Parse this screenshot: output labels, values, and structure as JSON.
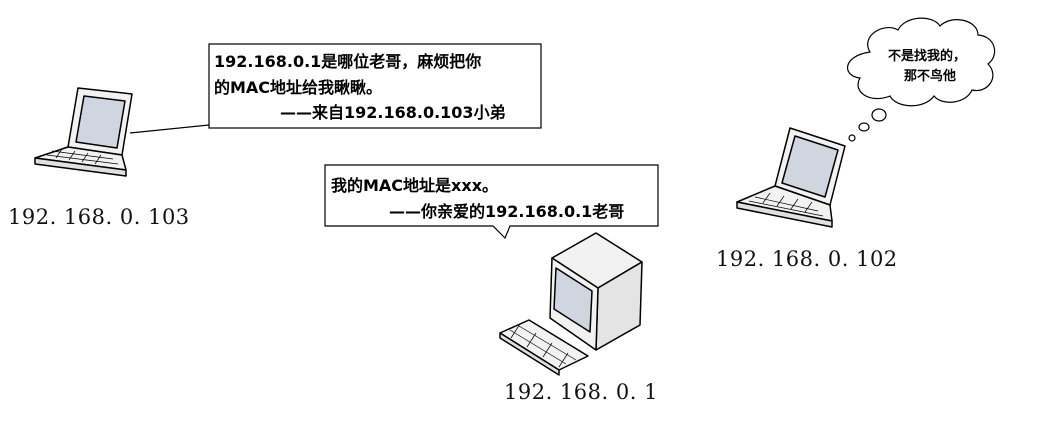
{
  "hosts": {
    "left_laptop": {
      "ip": "192. 168. 0. 103",
      "icon": "laptop-icon"
    },
    "desktop": {
      "ip": "192. 168. 0. 1",
      "icon": "desktop-computer-icon"
    },
    "right_laptop": {
      "ip": "192. 168. 0. 102",
      "icon": "laptop-icon"
    }
  },
  "request_callout": {
    "line1": "192.168.0.1是哪位老哥，麻烦把你",
    "line2": "的MAC地址给我瞅瞅。",
    "line3": "——来自192.168.0.103小弟"
  },
  "reply_callout": {
    "line1": "我的MAC地址是xxx。",
    "line2": "——你亲爱的192.168.0.1老哥"
  },
  "thought_cloud": {
    "line1": "不是找我的，",
    "line2": "那不鸟他"
  },
  "colors": {
    "stroke": "#000000",
    "device_body": "#f2f2f2",
    "screen": "#cfd6e0",
    "background": "#ffffff"
  }
}
